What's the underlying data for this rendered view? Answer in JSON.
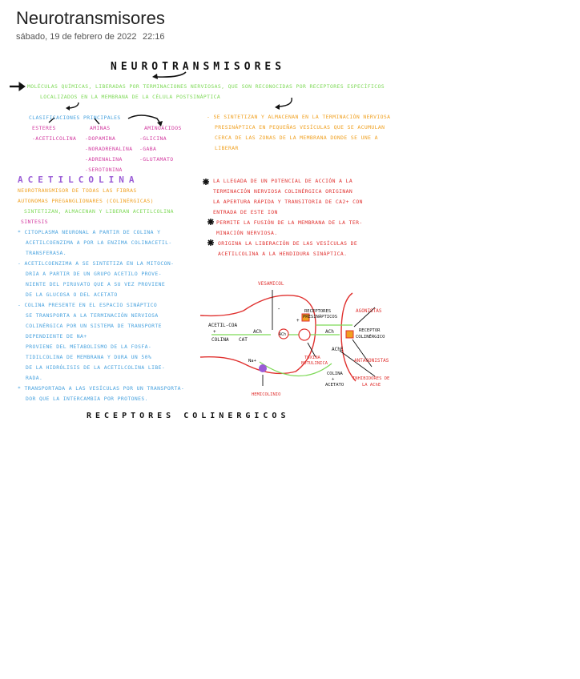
{
  "page": {
    "title": "Neurotransmisores",
    "date": "sábado, 19 de febrero de 2022",
    "time": "22:16"
  },
  "note": {
    "heading": "NEUROTRANSMISORES",
    "definition": [
      "MOLÉCULAS QUÍMICAS, LIBERADAS POR TERMINACIONES NERVIOSAS, QUE SON RECONOCIDAS POR RECEPTORES ESPECÍFICOS",
      "LOCALIZADOS EN LA MEMBRANA DE LA CÉLULA POSTSINÁPTICA"
    ],
    "classification_title": "CLASIFICACIONES PRINCIPALES",
    "groups": {
      "esteres": {
        "title": "ESTERES",
        "items": [
          "ACETILCOLINA"
        ]
      },
      "aminas": {
        "title": "AMINAS",
        "items": [
          "DOPAMINA",
          "NORADRENALINA",
          "ADRENALINA",
          "SEROTONINA"
        ]
      },
      "aminoacidos": {
        "title": "AMINOÁCIDOS",
        "items": [
          "GLICINA",
          "GABA",
          "GLUTAMATO"
        ]
      }
    },
    "synthesis_note": [
      "SE SINTETIZAN Y ALMACENAN EN LA TERMINACIÓN NERVIOSA",
      "PRESINÁPTICA EN PEQUEÑAS VESÍCULAS QUE SE ACUMULAN",
      "CERCA DE LAS ZONAS DE LA MEMBRANA DONDE SE UNE A",
      "LIBERAR"
    ],
    "acetilcolina": {
      "heading": "ACETILCOLINA",
      "intro": [
        "NEUROTRANSMISOR DE TODAS LAS FIBRAS",
        "AUTONOMAS PREGANGLIONARES (COLINÉRGICAS)",
        "SINTETIZAN, ALMACENAN Y LIBERAN ACETILCOLINA"
      ],
      "sintesis_title": "SINTESIS",
      "sintesis": [
        "CITOPLASMA NEURONAL A PARTIR DE COLINA Y",
        "ACETILCOENZIMA A POR LA ENZIMA COLINACETIL-",
        "TRANSFERASA.",
        "ACETILCOENZIMA A SE SINTETIZA EN LA MITOCON-",
        "DRIA A PARTIR DE UN GRUPO ACETILO PROVE-",
        "NIENTE DEL PIRUVATO QUE A SU VEZ PROVIENE",
        "DE LA GLUCOSA O DEL ACETATO",
        "COLINA PRESENTE EN EL ESPACIO SINÁPTICO",
        "SE TRANSPORTA A LA TERMINACIÓN NERVIOSA",
        "COLINÉRGICA POR UN SISTEMA DE TRANSPORTE",
        "DEPENDIENTE DE NA+",
        "PROVIENE DEL METABOLISMO DE LA FOSFA-",
        "TIDILCOLINA DE MEMBRANA Y DURA UN 50%",
        "DE LA HIDRÓLISIS DE LA ACETILCOLINA LIBE-",
        "RADA.",
        "TRANSPORTADA A LAS VESÍCULAS POR UN TRANSPORTA-",
        "DOR QUE LA INTERCAMBIA POR PROTONES."
      ]
    },
    "release": [
      "LA LLEGADA DE UN POTENCIAL DE ACCIÓN A LA",
      "TERMINACIÓN NERVIOSA COLINÉRGICA ORIGINAN",
      "LA APERTURA RÁPIDA Y TRANSITORIA DE Ca2+ CON",
      "ENTRADA DE ESTE ION",
      "PERMITE LA FUSIÓN DE LA MEMBRANA DE LA TER-",
      "MINACIÓN NERVIOSA.",
      "ORIGINA LA LIBERACIÓN DE LAS VESÍCULAS DE",
      "ACETILCOLINA A LA HENDIDURA SINÁPTICA."
    ],
    "diagram": {
      "vesamicol": "VESAMICOL",
      "acetil_coa": "ACETIL-COA",
      "colina": "COLINA",
      "cat": "CAT",
      "ach": "ACh",
      "plus": "+",
      "minus": "-",
      "receptores_presinapticos": [
        "RECEPTORES",
        "PRESINÁPTICOS"
      ],
      "agonistas": "AGONISTAS",
      "receptor_colinergico": [
        "RECEPTOR",
        "COLINÉRGICO"
      ],
      "ache": "AChE",
      "toxina": [
        "TOXINA",
        "BOTULINICA"
      ],
      "colina_acetato": [
        "COLINA",
        "+",
        "ACETATO"
      ],
      "antagonistas": "ANTAGONISTAS",
      "inhibidores": [
        "INHIBIDORES DE",
        "LA AChE"
      ],
      "na": "Na+",
      "hemicolinio": "HEMICOLINIO"
    },
    "bottom_heading": "RECEPTORES COLINERGICOS"
  }
}
